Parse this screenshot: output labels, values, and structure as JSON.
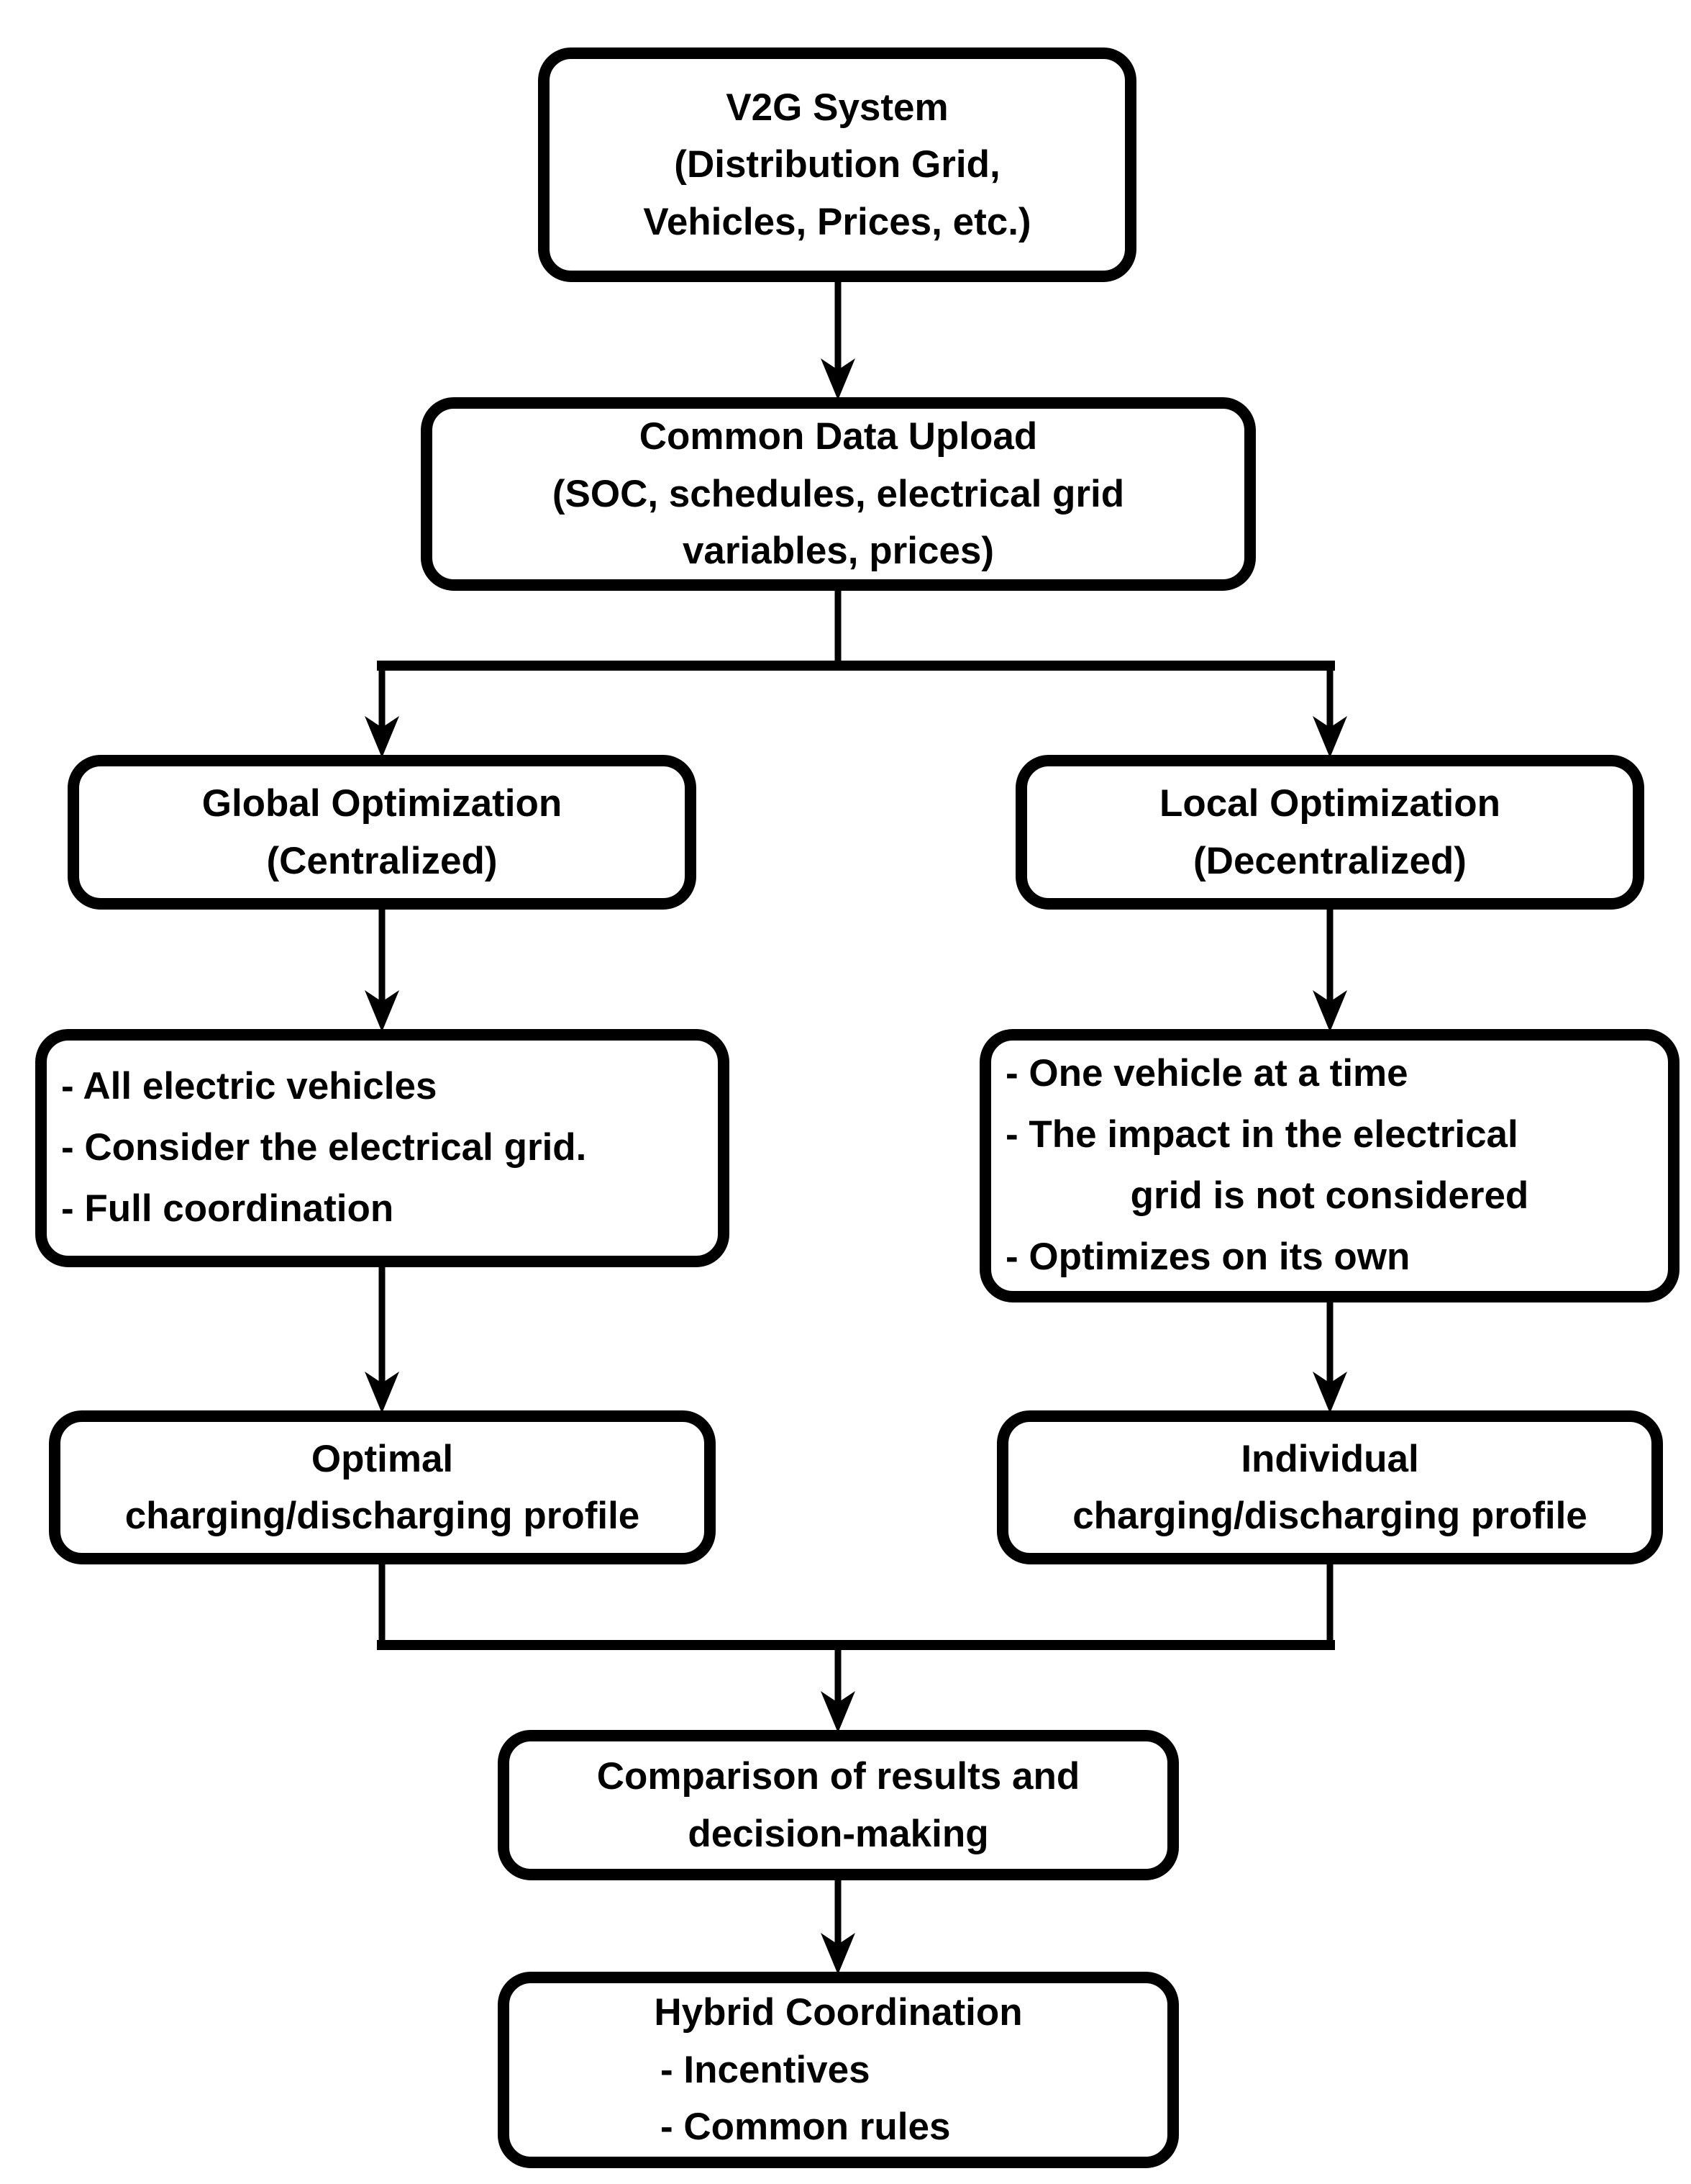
{
  "diagram": {
    "title_hint": "V2G coordination flowchart",
    "colors": {
      "background": "#ffffff",
      "line": "#000000",
      "node_fill": "#ffffff",
      "text": "#000000"
    },
    "nodes": {
      "v2g_system": {
        "lines": [
          "V2G System",
          "(Distribution Grid,",
          "Vehicles, Prices, etc.)"
        ]
      },
      "common_data_upload": {
        "lines": [
          "Common Data Upload",
          "(SOC, schedules, electrical grid",
          "variables, prices)"
        ]
      },
      "global_optimization": {
        "lines": [
          "Global Optimization",
          "(Centralized)"
        ]
      },
      "local_optimization": {
        "lines": [
          "Local Optimization",
          "(Decentralized)"
        ]
      },
      "global_features": {
        "lines": [
          "- All electric vehicles",
          "- Consider the electrical grid.",
          "- Full coordination"
        ]
      },
      "local_features": {
        "lines": [
          "- One vehicle at a time",
          "- The impact in the electrical",
          "grid is not considered",
          "- Optimizes on its own"
        ]
      },
      "optimal_profile": {
        "lines": [
          "Optimal",
          "charging/discharging profile"
        ]
      },
      "individual_profile": {
        "lines": [
          "Individual",
          "charging/discharging profile"
        ]
      },
      "comparison": {
        "lines": [
          "Comparison of results and",
          "decision-making"
        ]
      },
      "hybrid_coordination": {
        "lines": [
          "Hybrid Coordination",
          "- Incentives",
          "- Common rules"
        ]
      }
    }
  }
}
